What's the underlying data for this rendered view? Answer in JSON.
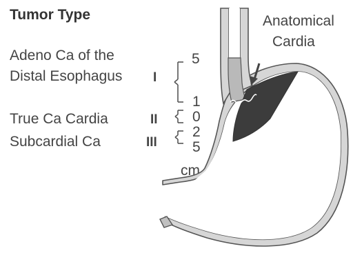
{
  "title": "Tumor Type",
  "rows": [
    {
      "line1": "Adeno Ca of the",
      "line2": "Distal Esophagus",
      "type": "I"
    },
    {
      "label": "True Ca Cardia",
      "type": "II"
    },
    {
      "label": "Subcardial Ca",
      "type": "III"
    }
  ],
  "scale": {
    "top": "5",
    "mid": "1",
    "zero": "0",
    "two": "2",
    "bottom": "5",
    "unit": "cm"
  },
  "annotation": {
    "line1": "Anatomical",
    "line2": "Cardia"
  },
  "colors": {
    "wall": "#d4d4d4",
    "outline": "#555555",
    "tumor_dark": "#3c3c3c",
    "tumor_light": "#b9b9b9"
  }
}
